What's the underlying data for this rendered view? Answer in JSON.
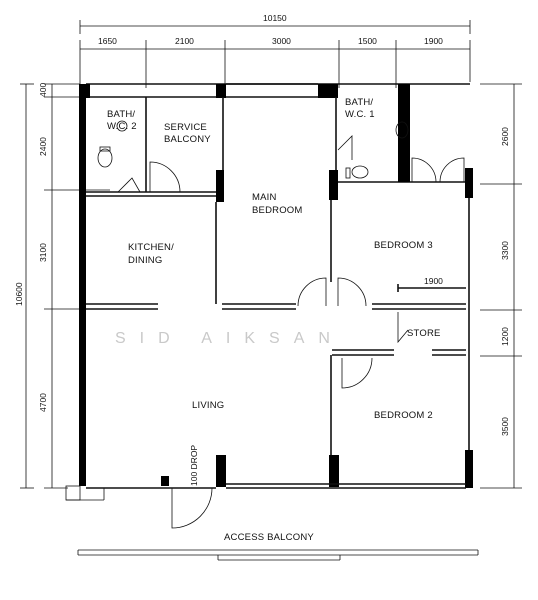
{
  "dimensions": {
    "overall_top": "10150",
    "top": [
      "1650",
      "2100",
      "3000",
      "1500",
      "1900"
    ],
    "left_overall": "10600",
    "left": [
      "400",
      "2400",
      "3100",
      "4700"
    ],
    "right": [
      "2600",
      "3300",
      "1200",
      "3500"
    ],
    "store_width": "1900"
  },
  "rooms": {
    "bath_wc_2": [
      "BATH/",
      "W.C. 2"
    ],
    "service_balcony": [
      "SERVICE",
      "BALCONY"
    ],
    "main_bedroom": [
      "MAIN",
      "BEDROOM"
    ],
    "bath_wc_1": [
      "BATH/",
      "W.C. 1"
    ],
    "kitchen_dining": [
      "KITCHEN/",
      "DINING"
    ],
    "bedroom_3": "BEDROOM 3",
    "store": "STORE",
    "living": "LIVING",
    "bedroom_2": "BEDROOM 2",
    "drop": "100 DROP"
  },
  "access_balcony": "ACCESS BALCONY",
  "watermark": "SID AIKSAN"
}
